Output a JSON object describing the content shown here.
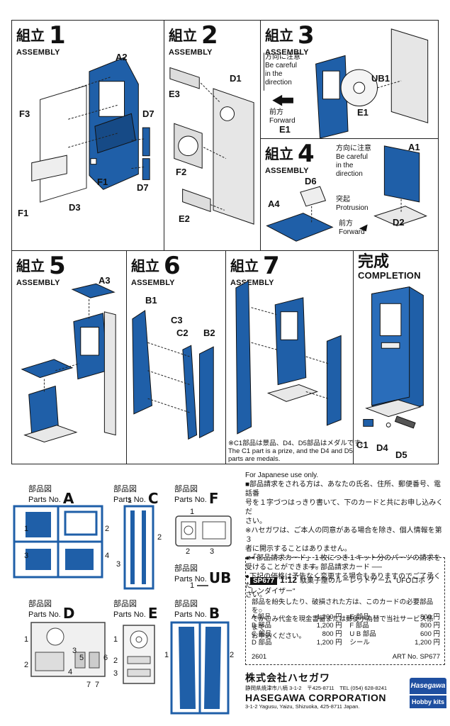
{
  "steps": [
    {
      "jp": "組立",
      "en": "ASSEMBLY",
      "num": "1",
      "parts": [
        "A2",
        "F3",
        "D7",
        "F1",
        "D3",
        "F1",
        "D7"
      ]
    },
    {
      "jp": "組立",
      "en": "ASSEMBLY",
      "num": "2",
      "parts": [
        "E3",
        "D1",
        "F2",
        "E2"
      ]
    },
    {
      "jp": "組立",
      "en": "ASSEMBLY",
      "num": "3",
      "parts": [
        "UB1",
        "E1",
        "E1"
      ]
    },
    {
      "jp": "組立",
      "en": "ASSEMBLY",
      "num": "4",
      "parts": [
        "A1",
        "D6",
        "A4",
        "D2"
      ]
    },
    {
      "jp": "組立",
      "en": "ASSEMBLY",
      "num": "5",
      "parts": [
        "A3"
      ]
    },
    {
      "jp": "組立",
      "en": "ASSEMBLY",
      "num": "6",
      "parts": [
        "B1",
        "C3",
        "C2",
        "B2"
      ]
    },
    {
      "jp": "組立",
      "en": "ASSEMBLY",
      "num": "7",
      "parts": []
    }
  ],
  "completion": {
    "jp": "完成",
    "en": "COMPLETION"
  },
  "notes": {
    "direction3": [
      "方向に注意",
      "Be careful",
      "in the",
      "direction"
    ],
    "forward3": [
      "前方",
      "Forward"
    ],
    "direction4": [
      "方向に注意",
      "Be careful",
      "in the",
      "direction"
    ],
    "protrusion": [
      "突起",
      "Protrusion"
    ],
    "forward4": [
      "前方",
      "Forward"
    ],
    "medal_jp": "※C1部品は景品、D4、D5部品はメダルです。",
    "medal_en1": "The C1 part is a prize, and the D4 and D5",
    "medal_en2": "parts are medals.",
    "comp_parts": [
      "C1",
      "D4",
      "D5"
    ]
  },
  "parts_lists": [
    {
      "jp": "部品図",
      "en": "Parts No.",
      "letter": "A",
      "nums": [
        "1",
        "2",
        "3",
        "4"
      ]
    },
    {
      "jp": "部品図",
      "en": "Parts No.",
      "letter": "C",
      "nums": [
        "1",
        "2",
        "3"
      ]
    },
    {
      "jp": "部品図",
      "en": "Parts No.",
      "letter": "F",
      "nums": [
        "1",
        "2",
        "3"
      ]
    },
    {
      "jp": "部品図",
      "en": "Parts No.",
      "letter": "UB",
      "nums": [
        "1"
      ]
    },
    {
      "jp": "部品図",
      "en": "Parts No.",
      "letter": "D",
      "nums": [
        "1",
        "2",
        "3",
        "4",
        "5",
        "6",
        "7",
        "7"
      ]
    },
    {
      "jp": "部品図",
      "en": "Parts No.",
      "letter": "E",
      "nums": [
        "1",
        "2",
        "3"
      ]
    },
    {
      "jp": "部品図",
      "en": "Parts No.",
      "letter": "B",
      "nums": [
        "1",
        "2"
      ]
    }
  ],
  "order": {
    "japan_only": "For Japanese use only.",
    "lines": [
      "■部品請求をされる方は、あなたの氏名、住所、郵便番号、電話番",
      "号を１字づつはっきり書いて、下のカードと共にお申し込みくだ",
      "さい。",
      "※ハセガワは、ご本人の同意がある場合を除き、個人情報を第３",
      "者に開示することはありません。",
      "●「部品請求カード」１枚につき１キット分のパーツの請求を",
      "受けることができます。",
      "●下記の価格は予告なく変更する場合もありますのでご了承くだ",
      "さい。"
    ],
    "card_title": "── 部品請求カード ──",
    "code": "SP677",
    "scale": "1:12",
    "product": "駄菓子屋のルーレットゲーム \"UFOロボ グレンダイザー\"",
    "card_lines": [
      "部品を紛失したり、破損された方は、このカードの必要部品を○",
      "でかこみ代金を現金書留または郵便小為替で当社サービス係まで",
      "お申込ください。"
    ],
    "prices_left": [
      {
        "p": "A 部品",
        "v": "1,200 円"
      },
      {
        "p": "B 部品",
        "v": "1,200 円"
      },
      {
        "p": "C 部品",
        "v": "800 円"
      },
      {
        "p": "D 部品",
        "v": "1,200 円"
      }
    ],
    "prices_right": [
      {
        "p": "E 部品",
        "v": "800 円"
      },
      {
        "p": "F 部品",
        "v": "800 円"
      },
      {
        "p": "U B 部品",
        "v": "600 円"
      },
      {
        "p": "シール",
        "v": "1,200 円"
      }
    ],
    "serial": "2601",
    "art": "ART No. SP677"
  },
  "company": {
    "jp": "株式会社ハセガワ",
    "addr_jp": "静岡県焼津市八楠 3-1-2　〒425-8711　TEL (054) 628-8241",
    "en": "HASEGAWA CORPORATION",
    "addr_en": "3-1-2 Yagusu, Yaizu, Shizuoka, 425-8711 Japan.",
    "logo1": "Hasegawa",
    "logo2": "Hobby kits"
  },
  "colors": {
    "part_blue": "#1f5fa8",
    "part_gray": "#e8e8e8",
    "line": "#222222"
  }
}
